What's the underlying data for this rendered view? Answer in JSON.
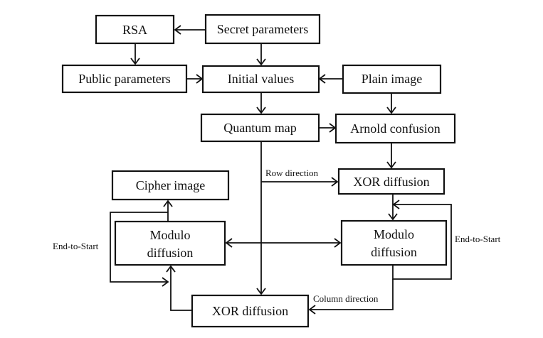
{
  "diagram": {
    "nodes": {
      "rsa": {
        "label": "RSA"
      },
      "secret": {
        "label": "Secret parameters"
      },
      "public": {
        "label": "Public parameters"
      },
      "initial": {
        "label": "Initial values"
      },
      "plain": {
        "label": "Plain image"
      },
      "quantum": {
        "label": "Quantum map"
      },
      "arnold": {
        "label": "Arnold confusion"
      },
      "cipher": {
        "label": "Cipher image"
      },
      "xor_row": {
        "label": "XOR diffusion"
      },
      "modulo_left": {
        "line1": "Modulo",
        "line2": "diffusion"
      },
      "modulo_right": {
        "line1": "Modulo",
        "line2": "diffusion"
      },
      "xor_col": {
        "label": "XOR diffusion"
      }
    },
    "edge_labels": {
      "row_direction": "Row direction",
      "column_direction": "Column direction",
      "end_to_start_left": "End-to-Start",
      "end_to_start_right": "End-to-Start"
    },
    "edges": [
      {
        "from": "secret",
        "to": "rsa"
      },
      {
        "from": "rsa",
        "to": "public"
      },
      {
        "from": "secret",
        "to": "initial"
      },
      {
        "from": "public",
        "to": "initial"
      },
      {
        "from": "plain",
        "to": "initial"
      },
      {
        "from": "initial",
        "to": "quantum"
      },
      {
        "from": "plain",
        "to": "arnold"
      },
      {
        "from": "quantum",
        "to": "arnold"
      },
      {
        "from": "arnold",
        "to": "xor_row"
      },
      {
        "from": "quantum",
        "to": "xor_row",
        "label": "Row direction"
      },
      {
        "from": "xor_row",
        "to": "modulo_right"
      },
      {
        "from": "modulo_right",
        "to": "modulo_right",
        "label": "End-to-Start"
      },
      {
        "from": "quantum",
        "to": "modulo_left"
      },
      {
        "from": "quantum",
        "to": "modulo_right"
      },
      {
        "from": "quantum",
        "to": "xor_col"
      },
      {
        "from": "modulo_right",
        "to": "xor_col",
        "label": "Column direction"
      },
      {
        "from": "xor_col",
        "to": "modulo_left"
      },
      {
        "from": "modulo_left",
        "to": "modulo_left",
        "label": "End-to-Start"
      },
      {
        "from": "modulo_left",
        "to": "cipher"
      }
    ]
  }
}
